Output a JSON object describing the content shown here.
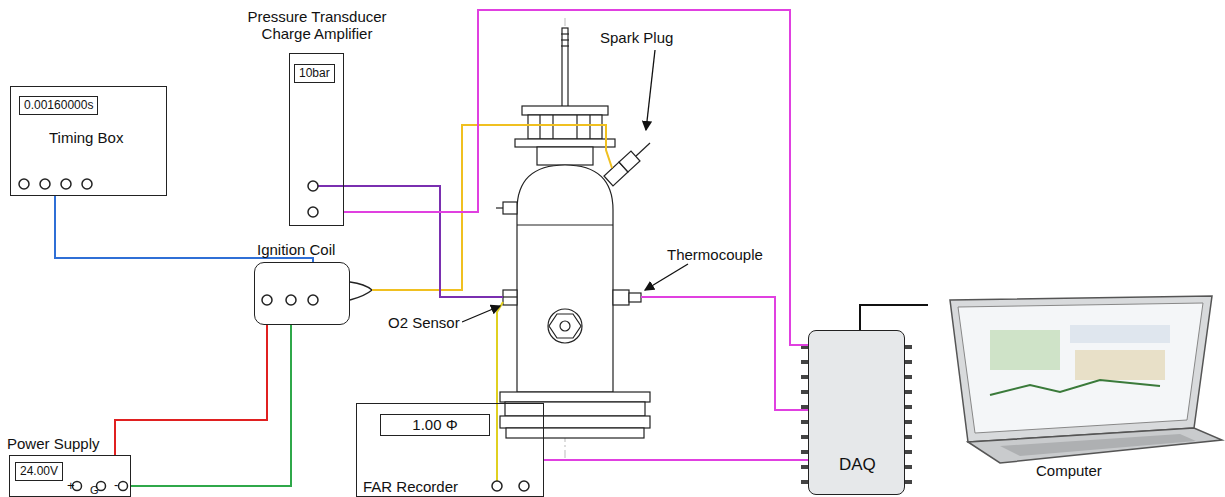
{
  "diagram": {
    "nodes": [
      {
        "text": [
          "0.00160000s",
          "Timing Box"
        ]
      },
      {
        "text": [
          "Pressure Transducer Charge Amplifier",
          "10bar"
        ]
      },
      {
        "text": [
          "Ignition Coil"
        ]
      },
      {
        "text": [
          "Power Supply",
          "24.00V",
          "+",
          "G",
          "-"
        ]
      },
      {
        "text": [
          "1.00 Φ",
          "FAR Recorder"
        ]
      },
      {
        "text": [
          "DAQ"
        ]
      },
      {
        "text": [
          "Computer"
        ]
      }
    ],
    "edges": [
      {
        "from": 0,
        "to": 2,
        "arrow": "none"
      },
      {
        "from": 3,
        "to": 2,
        "arrow": "none"
      },
      {
        "from": 3,
        "to": 2,
        "arrow": "none"
      },
      {
        "from": 1,
        "to": 5,
        "arrow": "none"
      },
      {
        "from": 4,
        "to": 5,
        "arrow": "none"
      },
      {
        "from": 5,
        "to": 6,
        "arrow": "none"
      }
    ],
    "labels": [
      "Spark Plug",
      "Thermocouple",
      "O2 Sensor"
    ]
  }
}
